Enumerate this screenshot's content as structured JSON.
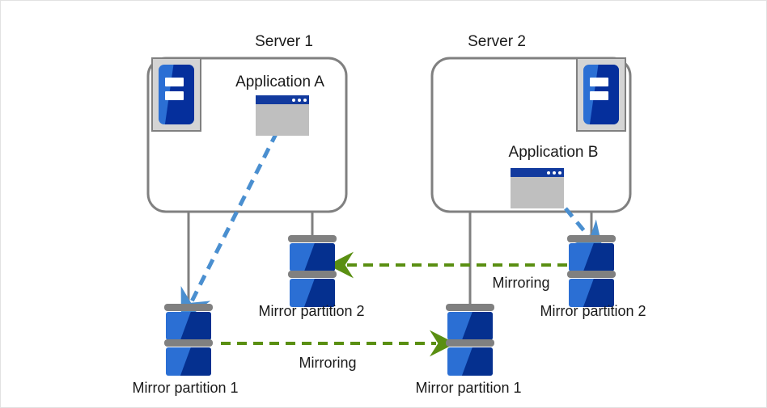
{
  "diagram": {
    "title_server1": "Server 1",
    "title_server2": "Server 2",
    "app_a": "Application  A",
    "app_b": "Application  B",
    "mirror_partition_1_left": "Mirror partition 1",
    "mirror_partition_2_left": "Mirror partition 2",
    "mirror_partition_1_right": "Mirror partition 1",
    "mirror_partition_2_right": "Mirror partition 2",
    "mirroring_lower": "Mirroring",
    "mirroring_upper": "Mirroring",
    "icons": {
      "server_tower": "server-tower-icon",
      "application_window": "application-window-icon",
      "disk_partition": "disk-partition-icon"
    },
    "colors": {
      "box_border": "#808080",
      "server_blue": "#2b6fd4",
      "server_blue_dark": "#05308f",
      "app_titlebar": "#123a9e",
      "app_body": "#bfbfbf",
      "disk_cap_gray": "#808080",
      "icon_frame_gray": "#d4d4d4",
      "mirroring_arrow": "#5a8f12",
      "data_flow_arrow": "#4a8fd0",
      "connector_line": "#808080",
      "canvas_border": "#e2e2e2",
      "text": "#1a1a1a"
    }
  }
}
